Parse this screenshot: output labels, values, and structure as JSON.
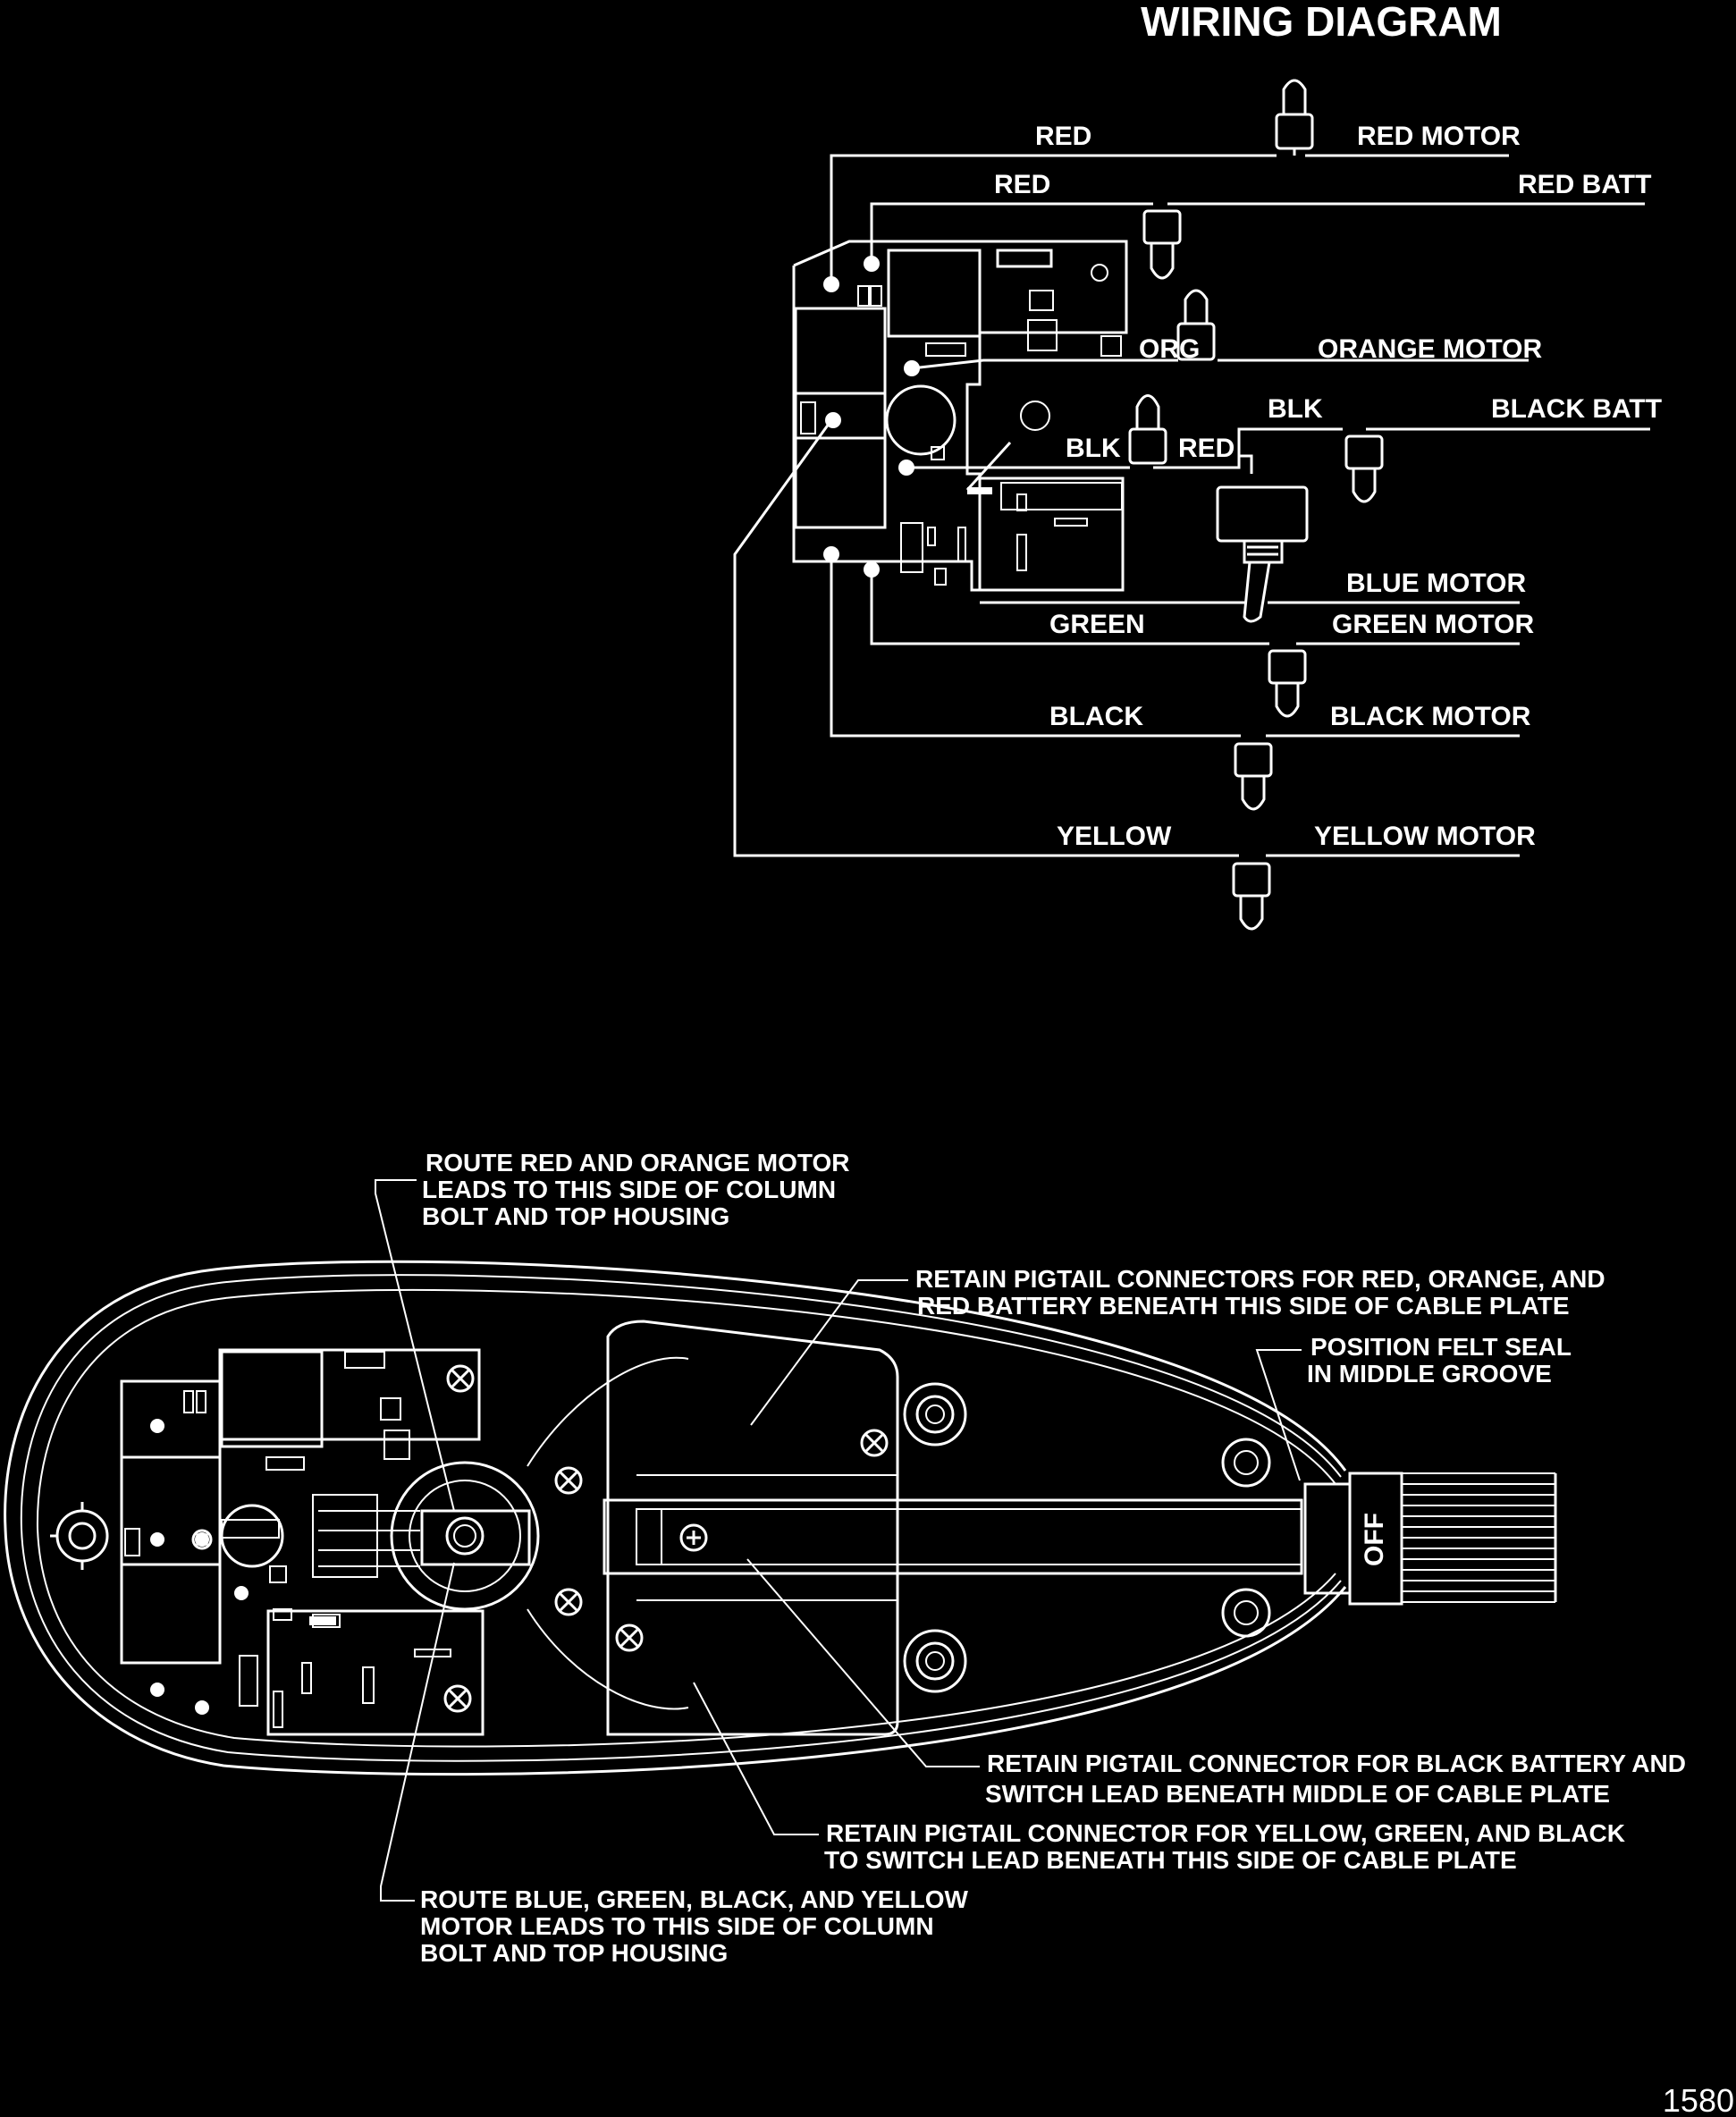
{
  "title": "WIRING DIAGRAM",
  "page_number": "1580",
  "wire_labels": {
    "red_top": "RED",
    "red_motor": "RED MOTOR",
    "red_second": "RED",
    "red_batt": "RED BATT",
    "org": "ORG",
    "orange_motor": "ORANGE MOTOR",
    "blk_top": "BLK",
    "black_batt": "BLACK BATT",
    "blk_left": "BLK",
    "red_switch": "RED",
    "blue_motor": "BLUE MOTOR",
    "green": "GREEN",
    "green_motor": "GREEN MOTOR",
    "black": "BLACK",
    "black_motor": "BLACK MOTOR",
    "yellow": "YELLOW",
    "yellow_motor": "YELLOW MOTOR"
  },
  "notes": {
    "route_red_orange": [
      "ROUTE RED AND ORANGE MOTOR",
      "LEADS TO THIS SIDE OF COLUMN",
      "BOLT AND TOP HOUSING"
    ],
    "retain_red_orange": [
      "RETAIN PIGTAIL CONNECTORS FOR  RED, ORANGE, AND",
      "RED BATTERY BENEATH THIS SIDE OF CABLE PLATE"
    ],
    "felt_seal": [
      "POSITION FELT SEAL",
      "IN MIDDLE GROOVE"
    ],
    "retain_black_battery": [
      "RETAIN PIGTAIL CONNECTOR FOR BLACK BATTERY AND",
      "SWITCH LEAD BENEATH MIDDLE OF CABLE PLATE"
    ],
    "retain_yellow_green_black": [
      "RETAIN PIGTAIL CONNECTOR FOR YELLOW, GREEN, AND BLACK",
      "TO SWITCH LEAD BENEATH THIS SIDE OF CABLE PLATE"
    ],
    "route_blue_green": [
      "ROUTE BLUE, GREEN, BLACK, AND YELLOW",
      "MOTOR LEADS TO THIS SIDE OF COLUMN",
      "BOLT AND TOP HOUSING"
    ]
  },
  "switch_label": "OFF"
}
